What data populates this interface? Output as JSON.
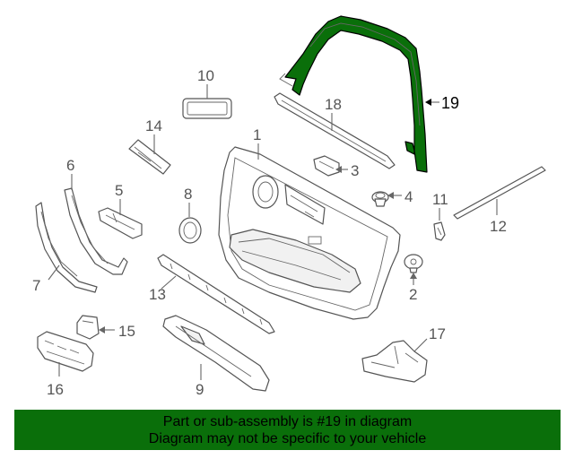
{
  "callouts": {
    "c1": "1",
    "c2": "2",
    "c3": "3",
    "c4": "4",
    "c5": "5",
    "c6": "6",
    "c7": "7",
    "c8": "8",
    "c9": "9",
    "c10": "10",
    "c11": "11",
    "c12": "12",
    "c13": "13",
    "c14": "14",
    "c15": "15",
    "c16": "16",
    "c17": "17",
    "c18": "18",
    "c19": "19"
  },
  "highlighted_part": "19",
  "colors": {
    "highlight": "#0a6f0a",
    "banner": "#0a6f0a",
    "line": "#555555"
  },
  "banner": {
    "line1": "Part or sub-assembly is #19 in diagram",
    "line2": "Diagram may not be specific to your vehicle"
  }
}
